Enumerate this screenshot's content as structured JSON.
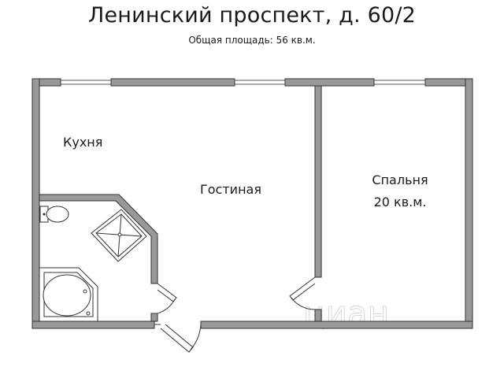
{
  "header": {
    "title": "Ленинский проспект, д. 60/2",
    "subtitle": "Общая площадь: 56 кв.м."
  },
  "rooms": {
    "kitchen": "Кухня",
    "living": "Гостиная",
    "bedroom_name": "Спальня",
    "bedroom_area": "20 кв.м."
  },
  "watermark": "циан",
  "colors": {
    "wall_fill": "#999999",
    "wall_stroke": "#333333",
    "line": "#333333"
  }
}
